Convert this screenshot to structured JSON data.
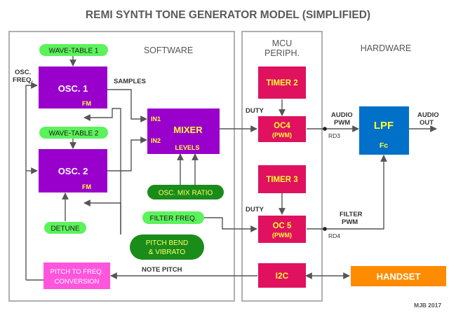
{
  "title": "REMI SYNTH TONE GENERATOR MODEL (SIMPLIFIED)",
  "sections": {
    "software": "SOFTWARE",
    "mcu_line1": "MCU",
    "mcu_line2": "PERIPH.",
    "hardware": "HARDWARE"
  },
  "blocks": {
    "osc1": {
      "label": "OSC. 1",
      "sub": "FM"
    },
    "osc2": {
      "label": "OSC. 2",
      "sub": "FM"
    },
    "mixer": {
      "label": "MIXER",
      "in1": "IN1",
      "in2": "IN2",
      "levels": "LEVELS"
    },
    "timer2": "TIMER 2",
    "timer3": "TIMER 3",
    "oc4": {
      "label": "OC4",
      "sub": "(PWM)"
    },
    "oc5": {
      "label": "OC 5",
      "sub": "(PWM)"
    },
    "lpf": {
      "label": "LPF",
      "sub": "Fc"
    },
    "i2c": "I2C",
    "handset": "HANDSET",
    "pitch_conv": {
      "line1": "PITCH TO FREQ.",
      "line2": "CONVERSION"
    }
  },
  "pills": {
    "wave_table_1": "WAVE-TABLE 1",
    "wave_table_2": "WAVE-TABLE 2",
    "detune": "DETUNE",
    "osc_mix_ratio": "OSC. MIX RATIO",
    "filter_freq": "FILTER FREQ.",
    "pitch_bend_1": "PITCH BEND",
    "pitch_bend_2": "& VIBRATO"
  },
  "labels": {
    "osc_freq_1": "OSC.",
    "osc_freq_2": "FREQ.",
    "samples": "SAMPLES",
    "duty_top": "DUTY",
    "duty_bottom": "DUTY",
    "audio_pwm_1": "AUDIO",
    "audio_pwm_2": "PWM",
    "audio_out_1": "AUDIO",
    "audio_out_2": "OUT",
    "filter_pwm_1": "FILTER",
    "filter_pwm_2": "PWM",
    "rd3": "RD3",
    "rd4": "RD4",
    "note_pitch": "NOTE PITCH",
    "author": "MJB 2017"
  },
  "colors": {
    "purple_block": "#9900cc",
    "red_block": "#e0115f",
    "blue_block": "#0070c8",
    "orange_block": "#ff8c00",
    "green_pill": "#5cf25c",
    "dark_green_pill": "#1a8c1a",
    "pink_block": "#ff55dd"
  }
}
